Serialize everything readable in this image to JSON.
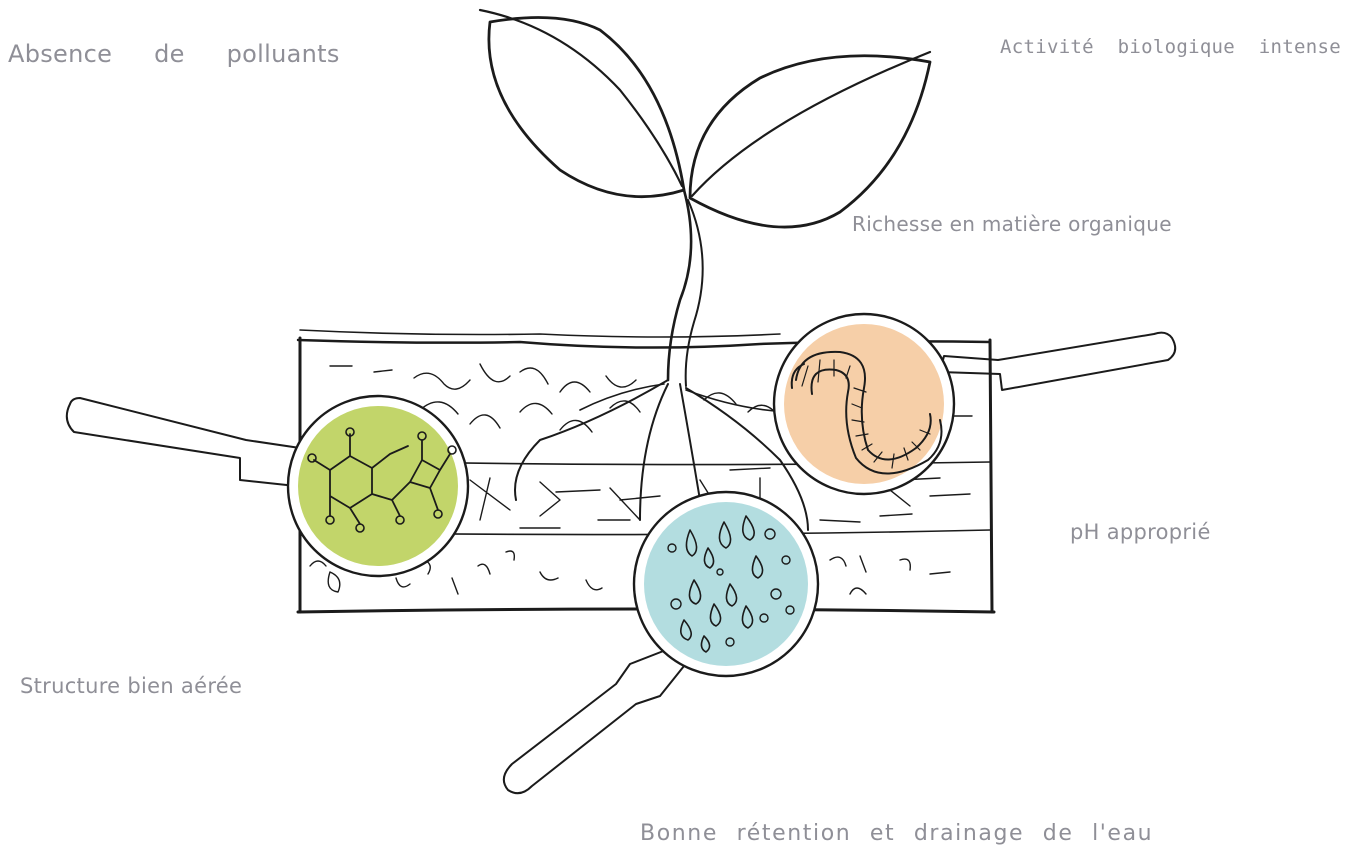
{
  "labels": {
    "absence_polluants": "Absence de polluants",
    "activite_biologique": "Activité biologique intense",
    "richesse_matiere": "Richesse en matière organique",
    "ph": "pH approprié",
    "structure": "Structure bien aérée",
    "retention": "Bonne rétention et drainage de l'eau"
  },
  "colors": {
    "text": "#8f8f97",
    "ink": "#1b1b1b",
    "lens_green": "#c2d56a",
    "lens_orange": "#f6cfa8",
    "lens_blue": "#b3dde0"
  },
  "icons": {
    "plant": "seedling-icon",
    "soil": "soil-layers-icon",
    "lens_left": "magnifier-molecule-icon",
    "lens_right": "magnifier-earthworm-icon",
    "lens_bottom": "magnifier-water-drops-icon"
  }
}
